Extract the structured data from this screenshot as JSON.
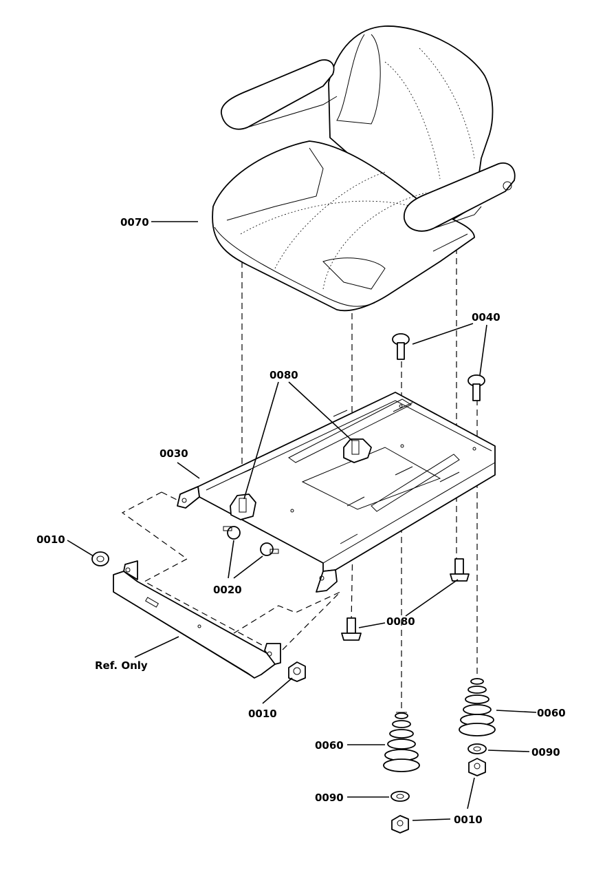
{
  "callouts": {
    "c0070": "0070",
    "c0040": "0040",
    "c0080_top": "0080",
    "c0030": "0030",
    "c0010_left": "0010",
    "c0020": "0020",
    "c0080_bottom": "0080",
    "ref": "Ref. Only",
    "c0010_mid": "0010",
    "c0060_right": "0060",
    "c0060_left": "0060",
    "c0090_right": "0090",
    "c0090_left": "0090",
    "c0010_bottom": "0010"
  }
}
